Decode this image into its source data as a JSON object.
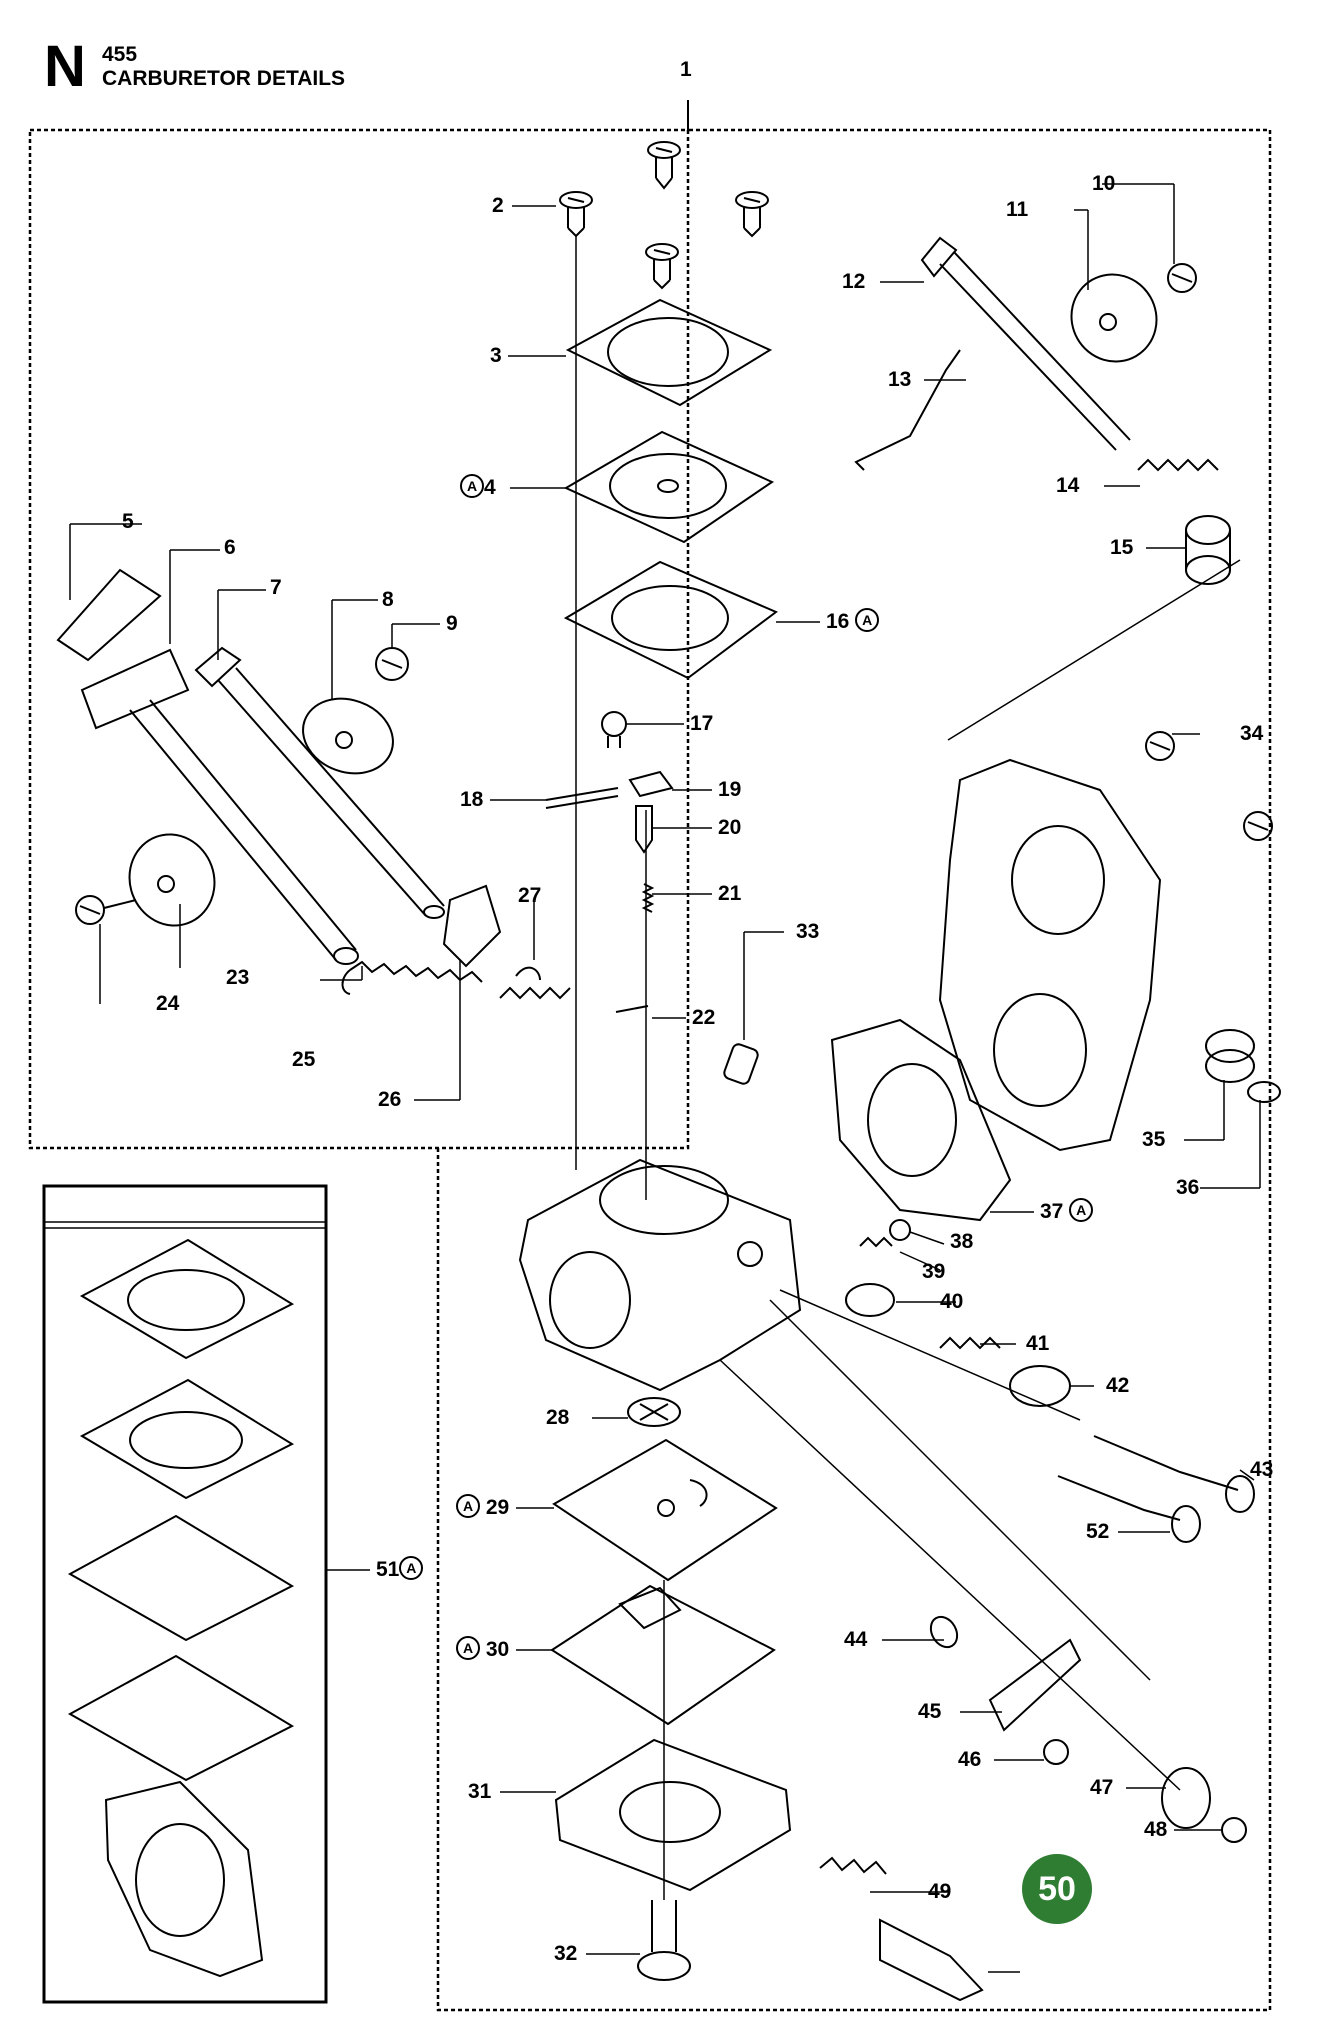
{
  "header": {
    "section_letter": "N",
    "model": "455",
    "title": "CARBURETOR DETAILS"
  },
  "kit_marker": "A",
  "page_number": "50",
  "colors": {
    "badge_green": "#2e7d32",
    "ink": "#000000"
  },
  "parts": {
    "p1": "1",
    "p2": "2",
    "p3": "3",
    "p4": "4",
    "p5": "5",
    "p6": "6",
    "p7": "7",
    "p8": "8",
    "p9": "9",
    "p10": "10",
    "p11": "11",
    "p12": "12",
    "p13": "13",
    "p14": "14",
    "p15": "15",
    "p16": "16",
    "p17": "17",
    "p18": "18",
    "p19": "19",
    "p20": "20",
    "p21": "21",
    "p22": "22",
    "p23": "23",
    "p24": "24",
    "p25": "25",
    "p26": "26",
    "p27": "27",
    "p28": "28",
    "p29": "29",
    "p30": "30",
    "p31": "31",
    "p32": "32",
    "p33": "33",
    "p34": "34",
    "p35": "35",
    "p36": "36",
    "p37": "37",
    "p38": "38",
    "p39": "39",
    "p40": "40",
    "p41": "41",
    "p42": "42",
    "p43": "43",
    "p44": "44",
    "p45": "45",
    "p46": "46",
    "p47": "47",
    "p48": "48",
    "p49": "49",
    "p51": "51",
    "p52": "52"
  }
}
